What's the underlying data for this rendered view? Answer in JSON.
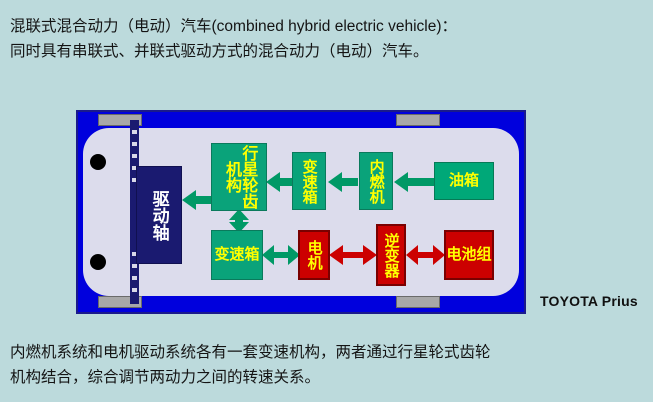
{
  "top_text": "混联式混合动力（电动）汽车(combined hybrid electric vehicle)：\n同时具有串联式、并联式驱动方式的混合动力（电动）汽车。",
  "bottom_text": "内燃机系统和电机驱动系统各有一套变速机构，两者通过行星轮式齿轮\n机构结合，综合调节两动力之间的转速关系。",
  "caption": "TOYOTA Prius",
  "colors": {
    "background": "#bcdadc",
    "vehicle_frame": "#0000dd",
    "vehicle_body": "#dcdcec",
    "green_box": "#00a878",
    "red_box": "#cc0000",
    "navy_box": "#1a1a70",
    "yellow_text": "#ffff00",
    "green_arrow": "#009966",
    "red_arrow": "#cc0000",
    "wheel": "#a8a8a8"
  },
  "diagram": {
    "nodes": [
      {
        "id": "driveshaft",
        "label": "驱动轴",
        "style": "navy",
        "orientation": "vertical"
      },
      {
        "id": "planetary",
        "label": "行星轮齿机构",
        "style": "green",
        "orientation": "vertical"
      },
      {
        "id": "gearbox1",
        "label": "变速箱",
        "style": "green",
        "orientation": "vertical"
      },
      {
        "id": "engine",
        "label": "内燃机",
        "style": "green",
        "orientation": "vertical"
      },
      {
        "id": "fueltank",
        "label": "油箱",
        "style": "green",
        "orientation": "horizontal"
      },
      {
        "id": "gearbox2",
        "label": "变速箱",
        "style": "green",
        "orientation": "horizontal"
      },
      {
        "id": "motor",
        "label": "电机",
        "style": "red",
        "orientation": "vertical"
      },
      {
        "id": "inverter",
        "label": "逆变器",
        "style": "red",
        "orientation": "vertical"
      },
      {
        "id": "battery",
        "label": "电池组",
        "style": "red",
        "orientation": "horizontal"
      }
    ],
    "links": [
      {
        "from": "planetary",
        "to": "driveshaft",
        "direction": "single-left",
        "color": "green"
      },
      {
        "from": "gearbox1",
        "to": "planetary",
        "direction": "single-left",
        "color": "green"
      },
      {
        "from": "engine",
        "to": "gearbox1",
        "direction": "single-left",
        "color": "green"
      },
      {
        "from": "fueltank",
        "to": "engine",
        "direction": "single-left",
        "color": "green"
      },
      {
        "from": "planetary",
        "to": "gearbox2",
        "direction": "double-vertical",
        "color": "green"
      },
      {
        "from": "gearbox2",
        "to": "motor",
        "direction": "double-horizontal",
        "color": "green"
      },
      {
        "from": "motor",
        "to": "inverter",
        "direction": "double-horizontal",
        "color": "red"
      },
      {
        "from": "inverter",
        "to": "battery",
        "direction": "double-horizontal",
        "color": "red"
      }
    ],
    "wheels": 4,
    "hubs": 2
  }
}
